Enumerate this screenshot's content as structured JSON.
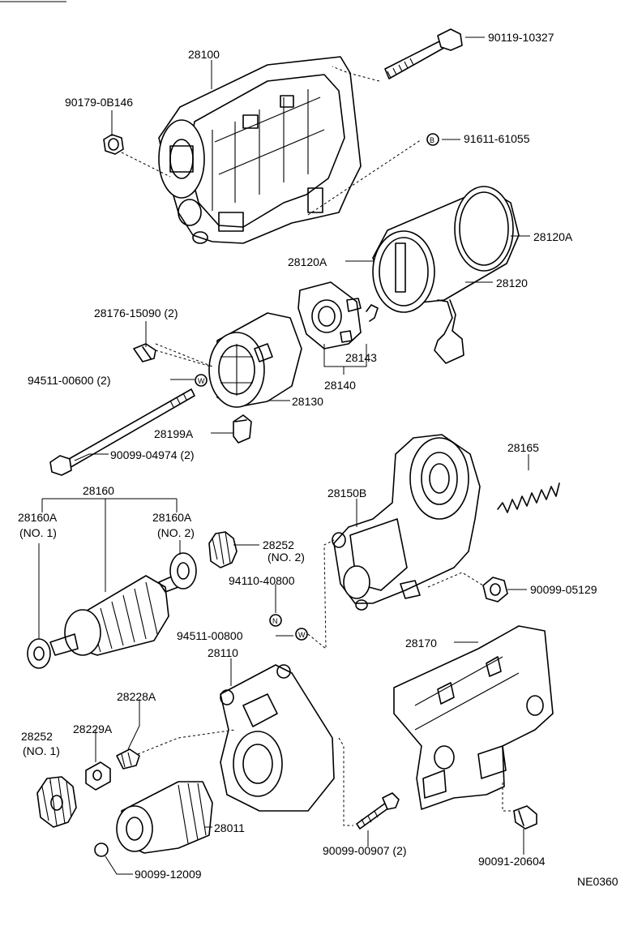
{
  "diagram_code": "NE0360",
  "callouts": [
    {
      "id": "c1",
      "label": "28100"
    },
    {
      "id": "c2",
      "label": "90119-10327"
    },
    {
      "id": "c3",
      "label": "90179-0B146"
    },
    {
      "id": "c4",
      "label": "91611-61055",
      "marker": "B"
    },
    {
      "id": "c5",
      "label": "28120A"
    },
    {
      "id": "c6",
      "label": "28120A"
    },
    {
      "id": "c7",
      "label": "28120"
    },
    {
      "id": "c8",
      "label": "28176-15090 (2)"
    },
    {
      "id": "c9",
      "label": "28143"
    },
    {
      "id": "c10",
      "label": "94511-00600 (2)",
      "marker": "W"
    },
    {
      "id": "c11",
      "label": "28140"
    },
    {
      "id": "c12",
      "label": "28130"
    },
    {
      "id": "c13",
      "label": "28199A"
    },
    {
      "id": "c14",
      "label": "90099-04974 (2)"
    },
    {
      "id": "c15",
      "label": "28165"
    },
    {
      "id": "c16",
      "label": "28160"
    },
    {
      "id": "c17",
      "label": "28160A"
    },
    {
      "id": "c18",
      "label": "(NO. 1)"
    },
    {
      "id": "c19",
      "label": "28160A"
    },
    {
      "id": "c20",
      "label": "(NO. 2)"
    },
    {
      "id": "c21",
      "label": "28150B"
    },
    {
      "id": "c22",
      "label": "28252"
    },
    {
      "id": "c23",
      "label": "(NO. 2)"
    },
    {
      "id": "c24",
      "label": "94110-40800",
      "marker": "N"
    },
    {
      "id": "c25",
      "label": "90099-05129"
    },
    {
      "id": "c26",
      "label": "94511-00800",
      "marker": "W"
    },
    {
      "id": "c27",
      "label": "28110"
    },
    {
      "id": "c28",
      "label": "28170"
    },
    {
      "id": "c29",
      "label": "28228A"
    },
    {
      "id": "c30",
      "label": "28252"
    },
    {
      "id": "c31",
      "label": "28229A"
    },
    {
      "id": "c32",
      "label": "(NO. 1)"
    },
    {
      "id": "c33",
      "label": "28011"
    },
    {
      "id": "c34",
      "label": "90099-00907 (2)"
    },
    {
      "id": "c35",
      "label": "90091-20604"
    },
    {
      "id": "c36",
      "label": "90099-12009"
    }
  ]
}
